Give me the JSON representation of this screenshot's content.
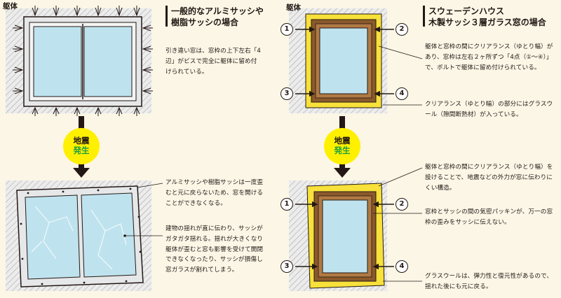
{
  "left": {
    "kutai_label": "躯体",
    "title_line1": "一般的なアルミサッシや",
    "title_line2": "樹脂サッシの場合",
    "top_text": "引き違い窓は、窓枠の上下左右「4辺」がビスで完全に躯体に留め付けられている。",
    "quake_line1": "地震",
    "quake_line2": "発生",
    "bottom_text1": "アルミサッシや樹脂サッシは一度歪むと元に戻らないため、窓を開けることができなくなる。",
    "bottom_text2": "建物の揺れが直に伝わり、サッシがガタガタ揺れる。揺れが大きくなり躯体が歪むと窓も影響を受けて開閉できなくなったり、サッシが損傷し窓ガラスが割れてしまう。"
  },
  "right": {
    "kutai_label": "躯体",
    "title_line1": "スウェーデンハウス",
    "title_line2": "木製サッシ３層ガラス窓の場合",
    "top_text1": "躯体と窓枠の間にクリアランス（ゆとり幅）があり、窓枠は左右２ヶ所ずつ「4点（①〜④）」で、ボルトで躯体に留め付けられている。",
    "top_text2": "クリアランス（ゆとり幅）の部分にはグラスウール（隙間断熱材）が入っている。",
    "quake_line1": "地震",
    "quake_line2": "発生",
    "bottom_text1": "躯体と窓枠の間にクリアランス（ゆとり幅）を設けることで、地震などの外力が窓に伝わりにくい構造。",
    "bottom_text2": "窓枠とサッシの間の気密パッキンが、万一の窓枠の歪みをサッシに伝えない。",
    "bottom_text3": "グラスウールは、弾力性と復元性があるので、揺れた後にも元に戻る。",
    "numbers": [
      "1",
      "2",
      "3",
      "4"
    ]
  },
  "colors": {
    "glass": "#bfe3ee",
    "frame_gray": "#e6e7e8",
    "wood": "#8b5a2b",
    "glasswool": "#f7e13a",
    "quake_yellow": "#fff000",
    "quake_green": "#1a9f3f"
  }
}
